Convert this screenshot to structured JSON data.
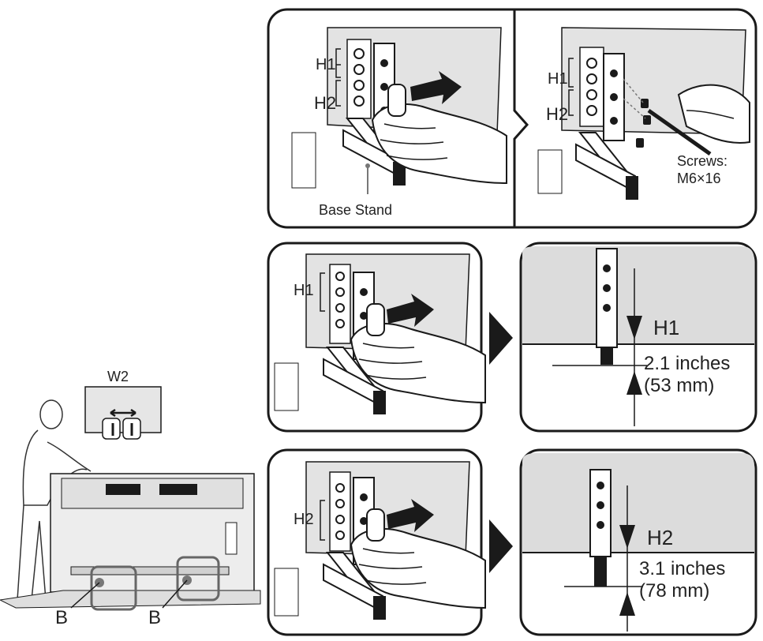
{
  "labels": {
    "w2": "W2",
    "b": "B",
    "h1": "H1",
    "h2": "H2",
    "base_stand": "Base Stand",
    "screws_line1": "Screws:",
    "screws_line2": "M6×16",
    "h1_inches": "2.1 inches",
    "h1_mm": "(53 mm)",
    "h2_inches": "3.1 inches",
    "h2_mm": "(78 mm)"
  },
  "colors": {
    "line": "#1a1a1a",
    "panel_gray": "#dcdcdc",
    "panel_gray_dark": "#cfcfcf",
    "arrow": "#1a1a1a"
  }
}
